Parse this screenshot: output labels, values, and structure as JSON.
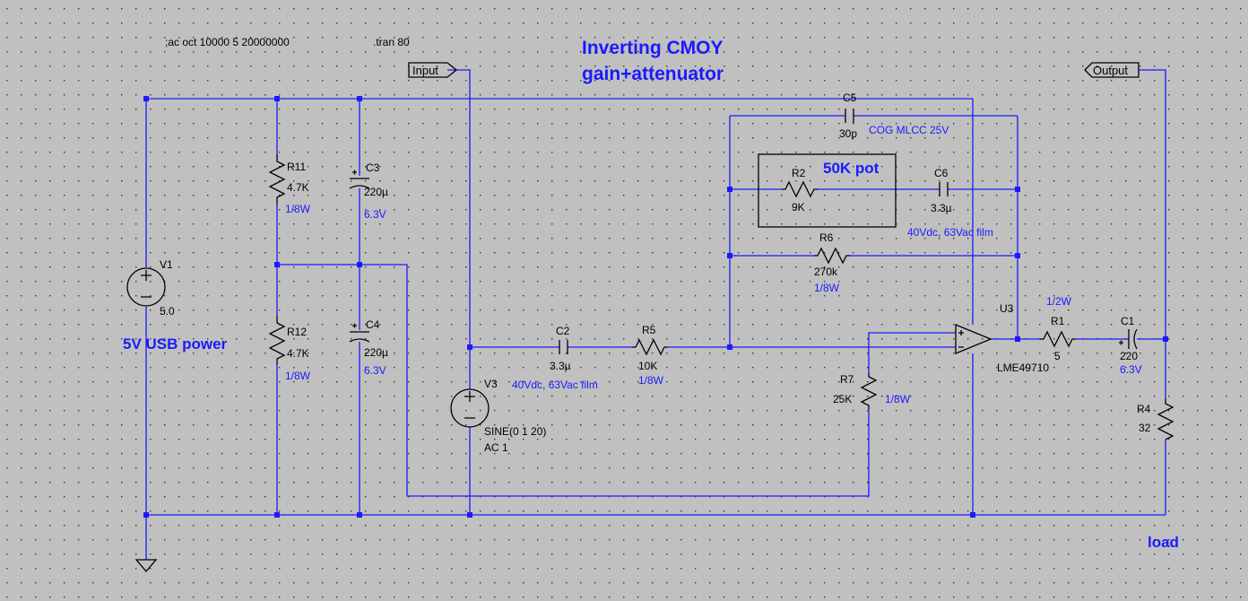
{
  "directives": {
    "ac": ";ac oct 10000 5 20000000",
    "tran": ".tran 80"
  },
  "title": {
    "line1": "Inverting CMOY",
    "line2": "gain+attenuator"
  },
  "flags": {
    "input": "Input",
    "output": "Output"
  },
  "notes": {
    "usb": "5V USB power",
    "pot": "50K pot",
    "load": "load"
  },
  "components": {
    "V1": {
      "name": "V1",
      "value": "5.0"
    },
    "V3": {
      "name": "V3",
      "value": "SINE(0 1 20)",
      "ac": "AC 1"
    },
    "R11": {
      "name": "R11",
      "value": "4.7K",
      "note": "1/8W"
    },
    "R12": {
      "name": "R12",
      "value": "4.7K",
      "note": "1/8W"
    },
    "C3": {
      "name": "C3",
      "value": "220µ",
      "note": "6.3V"
    },
    "C4": {
      "name": "C4",
      "value": "220µ",
      "note": "6.3V"
    },
    "C2": {
      "name": "C2",
      "value": "3.3µ",
      "note": "40Vdc, 63Vac film"
    },
    "R5": {
      "name": "R5",
      "value": "10K",
      "note": "1/8W"
    },
    "C5": {
      "name": "C5",
      "value": "30p",
      "note": "COG MLCC 25V"
    },
    "R2": {
      "name": "R2",
      "value": "9K"
    },
    "C6": {
      "name": "C6",
      "value": "3.3µ",
      "note": "40Vdc, 63Vac film"
    },
    "R6": {
      "name": "R6",
      "value": "270k",
      "note": "1/8W"
    },
    "R7": {
      "name": "R7",
      "value": "25K",
      "note": "1/8W"
    },
    "U3": {
      "name": "U3",
      "value": "LME49710"
    },
    "R1": {
      "name": "R1",
      "value": "5",
      "note": "1/2W"
    },
    "C1": {
      "name": "C1",
      "value": "220",
      "note": "6.3V"
    },
    "R4": {
      "name": "R4",
      "value": "32"
    }
  },
  "colors": {
    "background": "#c0c0c0",
    "grid": "#000000",
    "wire": "#1a1aff",
    "part": "#000000",
    "annotation": "#1a1aff"
  }
}
